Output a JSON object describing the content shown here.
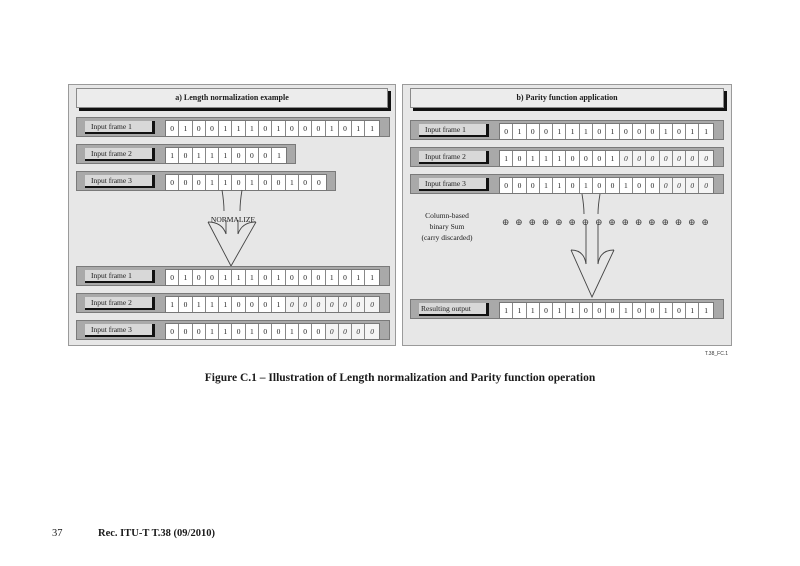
{
  "panel_a": {
    "title": "a)  Length normalization example",
    "inputs": [
      {
        "label": "Input frame 1",
        "bits": [
          "0",
          "1",
          "0",
          "0",
          "1",
          "1",
          "1",
          "0",
          "1",
          "0",
          "0",
          "0",
          "1",
          "0",
          "1",
          "1"
        ],
        "pad_from": 16
      },
      {
        "label": "Input frame 2",
        "bits": [
          "1",
          "0",
          "1",
          "1",
          "1",
          "0",
          "0",
          "0",
          "1"
        ],
        "pad_from": 9
      },
      {
        "label": "Input frame 3",
        "bits": [
          "0",
          "0",
          "0",
          "1",
          "1",
          "0",
          "1",
          "0",
          "0",
          "1",
          "0",
          "0"
        ],
        "pad_from": 12
      }
    ],
    "operation_label": "NORMALIZE",
    "outputs": [
      {
        "label": "Input frame 1",
        "bits": [
          "0",
          "1",
          "0",
          "0",
          "1",
          "1",
          "1",
          "0",
          "1",
          "0",
          "0",
          "0",
          "1",
          "0",
          "1",
          "1"
        ],
        "pad_from": 16
      },
      {
        "label": "Input frame 2",
        "bits": [
          "1",
          "0",
          "1",
          "1",
          "1",
          "0",
          "0",
          "0",
          "1",
          "0",
          "0",
          "0",
          "0",
          "0",
          "0",
          "0"
        ],
        "pad_from": 9
      },
      {
        "label": "Input frame 3",
        "bits": [
          "0",
          "0",
          "0",
          "1",
          "1",
          "0",
          "1",
          "0",
          "0",
          "1",
          "0",
          "0",
          "0",
          "0",
          "0",
          "0"
        ],
        "pad_from": 12
      }
    ]
  },
  "panel_b": {
    "title": "b) Parity function application",
    "inputs": [
      {
        "label": "Input frame 1",
        "bits": [
          "0",
          "1",
          "0",
          "0",
          "1",
          "1",
          "1",
          "0",
          "1",
          "0",
          "0",
          "0",
          "1",
          "0",
          "1",
          "1"
        ],
        "pad_from": 16
      },
      {
        "label": "Input frame 2",
        "bits": [
          "1",
          "0",
          "1",
          "1",
          "1",
          "0",
          "0",
          "0",
          "1",
          "0",
          "0",
          "0",
          "0",
          "0",
          "0",
          "0"
        ],
        "pad_from": 9
      },
      {
        "label": "Input frame 3",
        "bits": [
          "0",
          "0",
          "0",
          "1",
          "1",
          "0",
          "1",
          "0",
          "0",
          "1",
          "0",
          "0",
          "0",
          "0",
          "0",
          "0"
        ],
        "pad_from": 12
      }
    ],
    "sum_label_lines": [
      "Column-based",
      "binary Sum",
      "(carry discarded)"
    ],
    "xor_symbol": "⊕",
    "xor_count": 16,
    "output": {
      "label": "Resulting output",
      "bits": [
        "1",
        "1",
        "1",
        "0",
        "1",
        "1",
        "0",
        "0",
        "0",
        "1",
        "0",
        "0",
        "1",
        "0",
        "1",
        "1"
      ],
      "pad_from": 16
    }
  },
  "figure_id": "T.38_FC.1",
  "caption": "Figure C.1 – Illustration of Length normalization and Parity function operation",
  "footer": {
    "page_number": "37",
    "recommendation": "Rec. ITU-T T.38 (09/2010)"
  }
}
